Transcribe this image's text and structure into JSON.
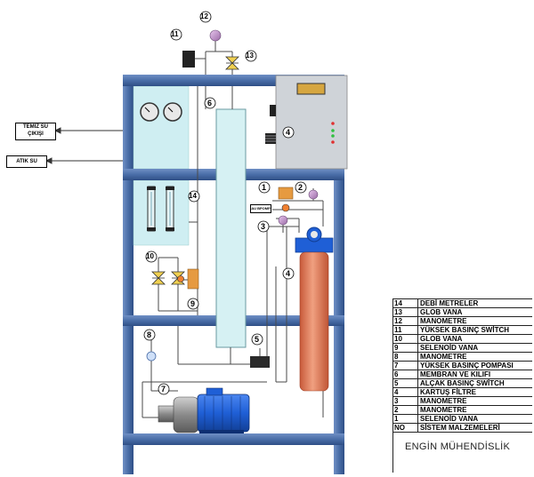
{
  "diagram": {
    "outputs": {
      "clean_water": [
        "TEMİZ SU",
        "ÇIKIŞI"
      ],
      "waste_water": "ATIK SU"
    },
    "small_tag": "AU BPOMP",
    "callouts": [
      "1",
      "2",
      "3",
      "4",
      "5",
      "6",
      "7",
      "8",
      "9",
      "10",
      "11",
      "12",
      "13",
      "14"
    ],
    "panel_callout": "4",
    "colors": {
      "frame": "#4a6ea8",
      "frame_dark": "#2f4f86",
      "glass": "#cfeef2",
      "cabinet": "#cfd3d8",
      "filter": "#e07a55",
      "motor": "#1f5fd6",
      "pump": "#9a9a9a"
    }
  },
  "legend": {
    "rows": [
      {
        "no": "14",
        "name": "DEBİ METRELER"
      },
      {
        "no": "13",
        "name": "GLOB VANA"
      },
      {
        "no": "12",
        "name": "MANOMETRE"
      },
      {
        "no": "11",
        "name": "YÜKSEK BASINÇ SWİTCH"
      },
      {
        "no": "10",
        "name": "GLOB VANA"
      },
      {
        "no": "9",
        "name": "SELENOİD VANA"
      },
      {
        "no": "8",
        "name": "MANOMETRE"
      },
      {
        "no": "7",
        "name": "YÜKSEK BASINÇ POMPASI"
      },
      {
        "no": "6",
        "name": "MEMBRAN VE KILIFI"
      },
      {
        "no": "5",
        "name": "ALÇAK BASINÇ SWİTCH"
      },
      {
        "no": "4",
        "name": "KARTUŞ FİLTRE"
      },
      {
        "no": "3",
        "name": "MANOMETRE"
      },
      {
        "no": "2",
        "name": "MANOMETRE"
      },
      {
        "no": "1",
        "name": "SELENOİD VANA"
      },
      {
        "no": "NO",
        "name": "SİSTEM MALZEMELERİ"
      }
    ]
  },
  "brand": "ENGİN MÜHENDİSLİK"
}
